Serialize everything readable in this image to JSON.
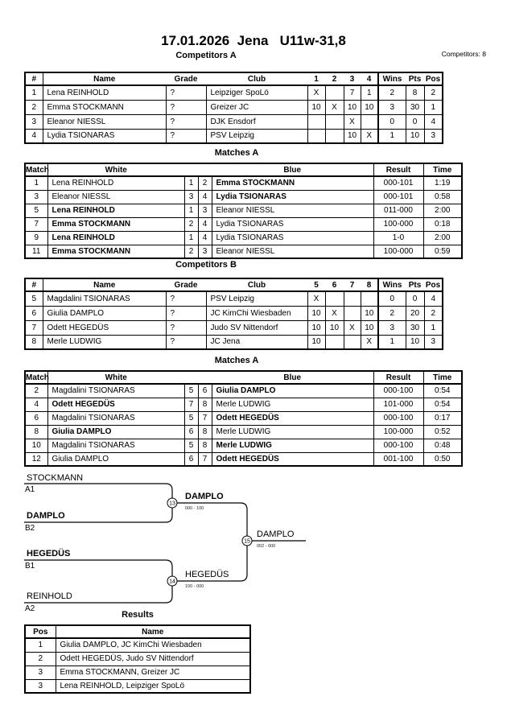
{
  "page": {
    "title": "17.01.2026  Jena   U11w-31,8",
    "competitors_count": "Competitors: 8"
  },
  "competitors_a": {
    "title": "Competitors A",
    "headers": {
      "no": "#",
      "name": "Name",
      "grade": "Grade",
      "club": "Club",
      "g1": "1",
      "g2": "2",
      "g3": "3",
      "g4": "4",
      "wins": "Wins",
      "pts": "Pts",
      "pos": "Pos"
    },
    "rows": [
      {
        "no": "1",
        "name": "Lena REINHOLD",
        "grade": "?",
        "club": "Leipziger SpoLö",
        "g1": "X",
        "g2": "",
        "g3": "7",
        "g4": "1",
        "wins": "2",
        "pts": "8",
        "pos": "2"
      },
      {
        "no": "2",
        "name": "Emma STOCKMANN",
        "grade": "?",
        "club": "Greizer JC",
        "g1": "10",
        "g2": "X",
        "g3": "10",
        "g4": "10",
        "wins": "3",
        "pts": "30",
        "pos": "1"
      },
      {
        "no": "3",
        "name": "Eleanor NIESSL",
        "grade": "?",
        "club": "DJK Ensdorf",
        "g1": "",
        "g2": "",
        "g3": "X",
        "g4": "",
        "wins": "0",
        "pts": "0",
        "pos": "4"
      },
      {
        "no": "4",
        "name": "Lydia TSIONARAS",
        "grade": "?",
        "club": "PSV Leipzig",
        "g1": "",
        "g2": "",
        "g3": "10",
        "g4": "X",
        "wins": "1",
        "pts": "10",
        "pos": "3"
      }
    ]
  },
  "matches_a": {
    "title": "Matches A",
    "headers": {
      "match": "Match",
      "white": "White",
      "blue": "Blue",
      "result": "Result",
      "time": "Time"
    },
    "rows": [
      {
        "match": "1",
        "white": "Lena REINHOLD",
        "wno": "1",
        "bno": "2",
        "blue": "Emma STOCKMANN",
        "result": "000-101",
        "time": "1:19",
        "white_win": false,
        "blue_win": true
      },
      {
        "match": "3",
        "white": "Eleanor NIESSL",
        "wno": "3",
        "bno": "4",
        "blue": "Lydia TSIONARAS",
        "result": "000-101",
        "time": "0:58",
        "white_win": false,
        "blue_win": true
      },
      {
        "match": "5",
        "white": "Lena REINHOLD",
        "wno": "1",
        "bno": "3",
        "blue": "Eleanor NIESSL",
        "result": "011-000",
        "time": "2:00",
        "white_win": true,
        "blue_win": false
      },
      {
        "match": "7",
        "white": "Emma STOCKMANN",
        "wno": "2",
        "bno": "4",
        "blue": "Lydia TSIONARAS",
        "result": "100-000",
        "time": "0:18",
        "white_win": true,
        "blue_win": false
      },
      {
        "match": "9",
        "white": "Lena REINHOLD",
        "wno": "1",
        "bno": "4",
        "blue": "Lydia TSIONARAS",
        "result": "1-0",
        "time": "2:00",
        "white_win": true,
        "blue_win": false
      },
      {
        "match": "11",
        "white": "Emma STOCKMANN",
        "wno": "2",
        "bno": "3",
        "blue": "Eleanor NIESSL",
        "result": "100-000",
        "time": "0:59",
        "white_win": true,
        "blue_win": false
      }
    ]
  },
  "competitors_b": {
    "title": "Competitors B",
    "headers": {
      "no": "#",
      "name": "Name",
      "grade": "Grade",
      "club": "Club",
      "g1": "5",
      "g2": "6",
      "g3": "7",
      "g4": "8",
      "wins": "Wins",
      "pts": "Pts",
      "pos": "Pos"
    },
    "rows": [
      {
        "no": "5",
        "name": "Magdalini TSIONARAS",
        "grade": "?",
        "club": "PSV Leipzig",
        "g1": "X",
        "g2": "",
        "g3": "",
        "g4": "",
        "wins": "0",
        "pts": "0",
        "pos": "4"
      },
      {
        "no": "6",
        "name": "Giulia DAMPLO",
        "grade": "?",
        "club": "JC KimChi Wiesbaden",
        "g1": "10",
        "g2": "X",
        "g3": "",
        "g4": "10",
        "wins": "2",
        "pts": "20",
        "pos": "2"
      },
      {
        "no": "7",
        "name": "Odett HEGEDÜS",
        "grade": "?",
        "club": "Judo SV Nittendorf",
        "g1": "10",
        "g2": "10",
        "g3": "X",
        "g4": "10",
        "wins": "3",
        "pts": "30",
        "pos": "1"
      },
      {
        "no": "8",
        "name": "Merle LUDWIG",
        "grade": "?",
        "club": "JC Jena",
        "g1": "10",
        "g2": "",
        "g3": "",
        "g4": "X",
        "wins": "1",
        "pts": "10",
        "pos": "3"
      }
    ]
  },
  "matches_b": {
    "title": "Matches A",
    "headers": {
      "match": "Match",
      "white": "White",
      "blue": "Blue",
      "result": "Result",
      "time": "Time"
    },
    "rows": [
      {
        "match": "2",
        "white": "Magdalini TSIONARAS",
        "wno": "5",
        "bno": "6",
        "blue": "Giulia DAMPLO",
        "result": "000-100",
        "time": "0:54",
        "white_win": false,
        "blue_win": true
      },
      {
        "match": "4",
        "white": "Odett HEGEDÜS",
        "wno": "7",
        "bno": "8",
        "blue": "Merle LUDWIG",
        "result": "101-000",
        "time": "0:54",
        "white_win": true,
        "blue_win": false
      },
      {
        "match": "6",
        "white": "Magdalini TSIONARAS",
        "wno": "5",
        "bno": "7",
        "blue": "Odett HEGEDÜS",
        "result": "000-100",
        "time": "0:17",
        "white_win": false,
        "blue_win": true
      },
      {
        "match": "8",
        "white": "Giulia DAMPLO",
        "wno": "6",
        "bno": "8",
        "blue": "Merle LUDWIG",
        "result": "100-000",
        "time": "0:52",
        "white_win": true,
        "blue_win": false
      },
      {
        "match": "10",
        "white": "Magdalini TSIONARAS",
        "wno": "5",
        "bno": "8",
        "blue": "Merle LUDWIG",
        "result": "000-100",
        "time": "0:48",
        "white_win": false,
        "blue_win": true
      },
      {
        "match": "12",
        "white": "Giulia DAMPLO",
        "wno": "6",
        "bno": "7",
        "blue": "Odett HEGEDÜS",
        "result": "001-100",
        "time": "0:50",
        "white_win": false,
        "blue_win": true
      }
    ]
  },
  "bracket": {
    "seeds": {
      "s1": {
        "name": "STOCKMANN",
        "code": "A1"
      },
      "s2": {
        "name": "DAMPLO",
        "code": "B2"
      },
      "s3": {
        "name": "HEGEDÜS",
        "code": "B1"
      },
      "s4": {
        "name": "REINHOLD",
        "code": "A2"
      }
    },
    "m13": {
      "no": "13",
      "winner": "DAMPLO",
      "score": "000 - 100"
    },
    "m14": {
      "no": "14",
      "winner": "HEGEDÜS",
      "score": "100 - 000"
    },
    "m15": {
      "no": "15",
      "winner": "DAMPLO",
      "score": "002 - 000"
    }
  },
  "results": {
    "title": "Results",
    "headers": {
      "pos": "Pos",
      "name": "Name"
    },
    "rows": [
      {
        "pos": "1",
        "name": "Giulia DAMPLO, JC KimChi Wiesbaden"
      },
      {
        "pos": "2",
        "name": "Odett HEGEDÜS, Judo SV Nittendorf"
      },
      {
        "pos": "3",
        "name": "Emma STOCKMANN, Greizer JC"
      },
      {
        "pos": "3",
        "name": "Lena REINHOLD, Leipziger SpoLö"
      }
    ]
  }
}
